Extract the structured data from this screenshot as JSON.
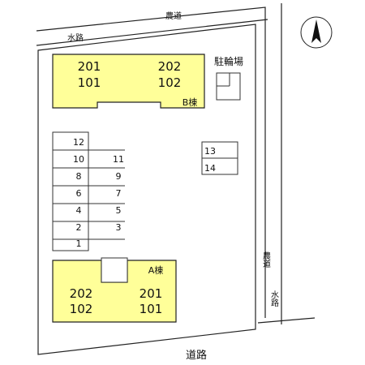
{
  "roads": {
    "farm_road_top": "農道",
    "waterway_top": "水路",
    "farm_road_right": "農道",
    "waterway_right": "水路",
    "main_road": "道路"
  },
  "bicycle_parking": "駐輪場",
  "building_b": {
    "label": "B棟",
    "units_left": [
      "201",
      "101"
    ],
    "units_right": [
      "202",
      "102"
    ]
  },
  "building_a": {
    "label": "A棟",
    "units_left": [
      "202",
      "102"
    ],
    "units_right": [
      "201",
      "101"
    ]
  },
  "parking_left": [
    "12",
    "10",
    "8",
    "6",
    "4",
    "2",
    "1"
  ],
  "parking_mid": [
    "11",
    "9",
    "7",
    "5",
    "3"
  ],
  "parking_right": [
    "13",
    "14"
  ],
  "colors": {
    "building": "#ffff99",
    "outline": "#222222"
  },
  "icons": {
    "compass": "north-arrow-icon"
  }
}
